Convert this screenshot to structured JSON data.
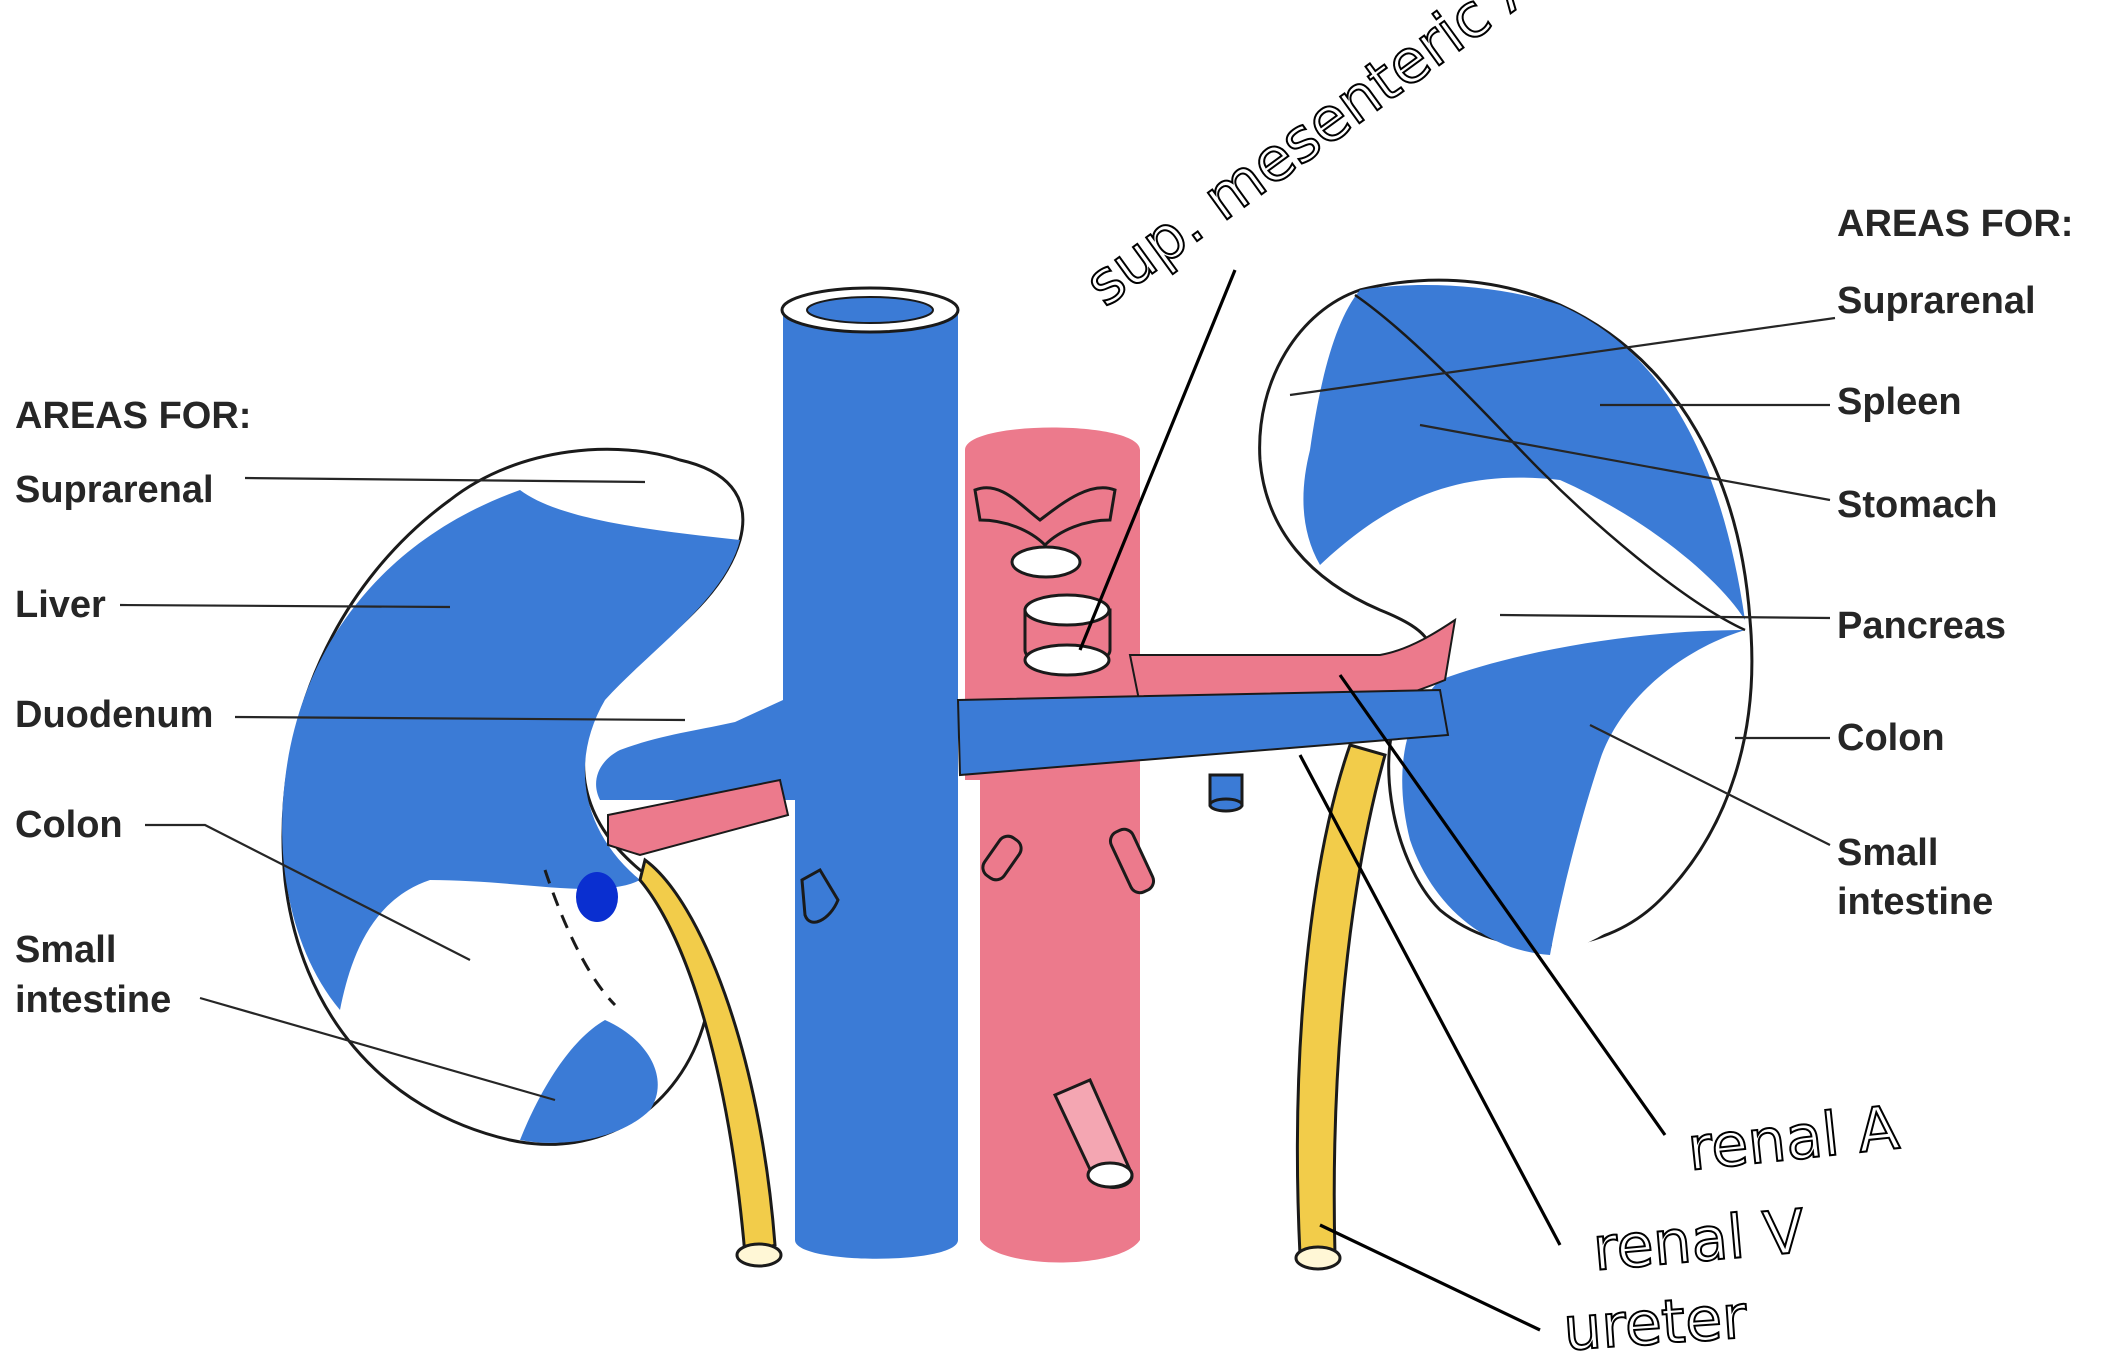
{
  "left_panel": {
    "heading": "AREAS FOR:",
    "labels": [
      "Suprarenal",
      "Liver",
      "Duodenum",
      "Colon",
      "Small",
      "intestine"
    ]
  },
  "right_panel": {
    "heading": "AREAS FOR:",
    "labels": [
      "Suprarenal",
      "Spleen",
      "Stomach",
      "Pancreas",
      "Colon",
      "Small",
      "intestine"
    ]
  },
  "handwritten": {
    "sup_mesenteric": "sup. mesenteric A",
    "renal_artery": "renal A",
    "renal_vein": "renal V",
    "ureter": "ureter"
  },
  "colors": {
    "vein": "#3b7bd6",
    "artery": "#ec7a8c",
    "ureter": "#f2cc4a",
    "marker": "#0a2fd0"
  }
}
